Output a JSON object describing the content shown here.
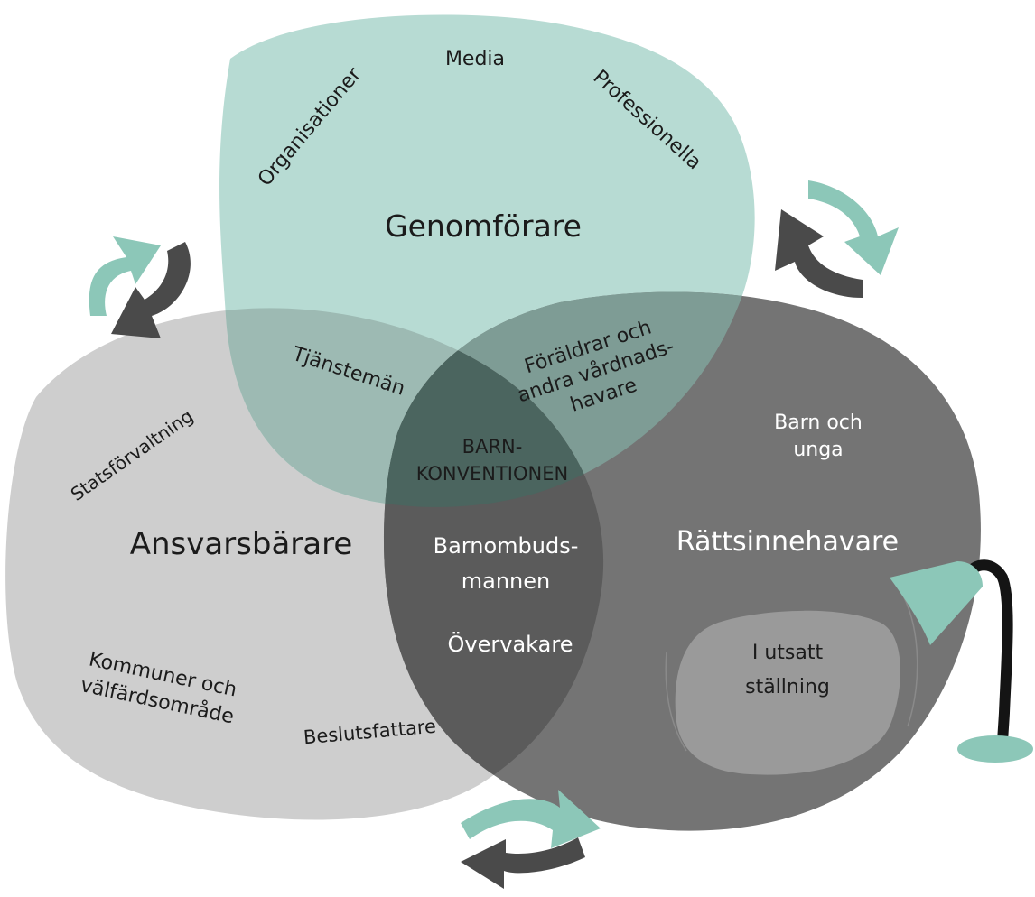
{
  "colors": {
    "genomforare_circle": "#b7dbd3",
    "ansvarsbarare_circle": "#cecece",
    "rattsinnehavare_circle": "#747474",
    "overlap_top_left": "#9dbab3",
    "overlap_top_right": "#7e9c95",
    "overlap_bottom": "#5b5b5b",
    "overlap_center": "#4b655f",
    "utsatt_blob": "#9a9a9a",
    "arrow_teal": "#8cc7b8",
    "arrow_dark": "#4a4a4a",
    "lamp_shade": "#8cc7b8",
    "lamp_arm": "#141414"
  },
  "labels": {
    "media": "Media",
    "organisationer": "Organisationer",
    "professionella": "Professionella",
    "genomforare": "Genomförare",
    "tjansteman": "Tjänstemän",
    "foraldrar_line1": "Föräldrar och",
    "foraldrar_line2": "andra vårdnads-",
    "foraldrar_line3": "havare",
    "barn_line1": "Barn och",
    "barn_line2": "unga",
    "statsforvaltning": "Statsförvaltning",
    "barnkonventionen_line1": "BARN-",
    "barnkonventionen_line2": "KONVENTIONEN",
    "ansvarsbarare": "Ansvarsbärare",
    "barnombud_line1": "Barnombuds-",
    "barnombud_line2": "mannen",
    "rattsinnehavare": "Rättsinnehavare",
    "overvakare": "Övervakare",
    "utsatt_line1": "I utsatt",
    "utsatt_line2": "ställning",
    "kommuner_line1": "Kommuner och",
    "kommuner_line2": "välfärdsområde",
    "beslutsfattare": "Beslutsfattare"
  },
  "icons": {
    "cycle_arrows": "curved-double-arrow-icon",
    "lamp": "desk-lamp-icon"
  }
}
